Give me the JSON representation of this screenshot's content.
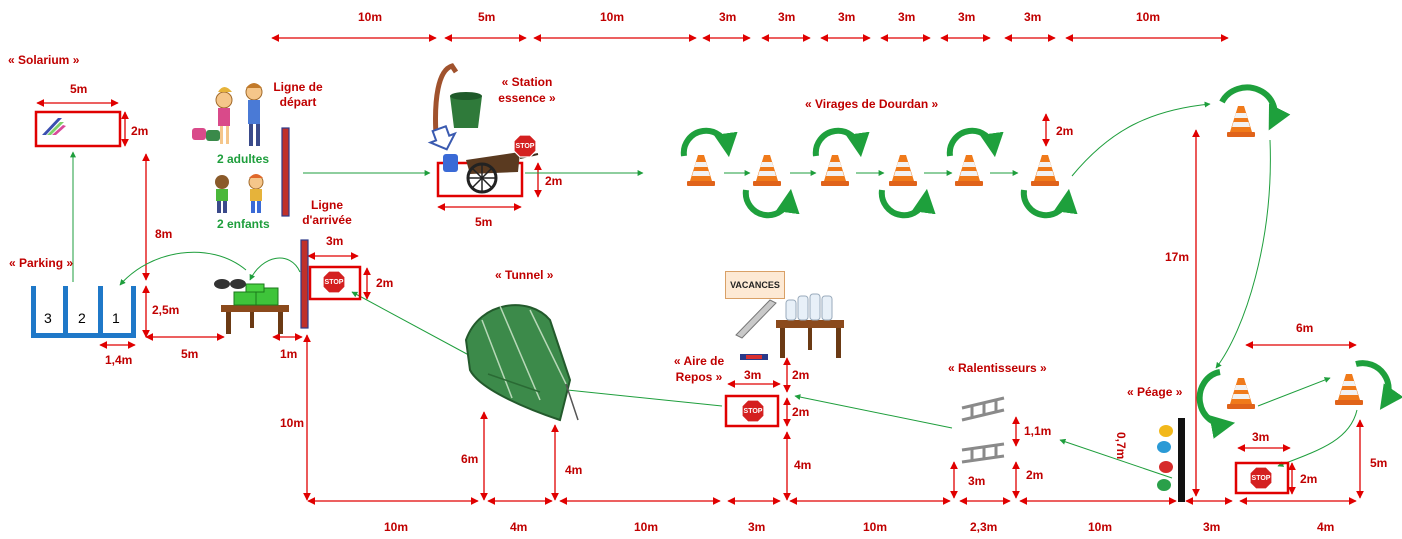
{
  "zones": {
    "solarium": "« Solarium »",
    "parking": "« Parking »",
    "start_line": "Ligne de départ",
    "finish_line": "Ligne d'arrivée",
    "gas_station": "« Station essence »",
    "turns": "« Virages de Dourdan »",
    "tunnel": "« Tunnel »",
    "rest_area": "« Aire de Repos »",
    "speed_bumps": "« Ralentisseurs »",
    "toll": "« Péage »"
  },
  "people": {
    "adults": "2 adultes",
    "children": "2 enfants"
  },
  "parking_slots": [
    "3",
    "2",
    "1"
  ],
  "vacances_sign": "VACANCES",
  "stop_text": "STOP",
  "top_measures": [
    "10m",
    "5m",
    "10m",
    "3m",
    "3m",
    "3m",
    "3m",
    "3m",
    "3m",
    "10m"
  ],
  "bottom_measures": [
    "10m",
    "4m",
    "10m",
    "3m",
    "10m",
    "2,3m",
    "10m",
    "3m",
    "4m"
  ],
  "dims": {
    "solarium_w": "5m",
    "solarium_h": "2m",
    "solarium_gap": "8m",
    "parking_h": "2,5m",
    "parking_slot_w": "1,4m",
    "parking_table_gap": "5m",
    "table_line_gap": "1m",
    "finish_stop_w": "3m",
    "finish_stop_h": "2m",
    "finish_down": "10m",
    "station_w": "5m",
    "station_h": "2m",
    "turn_h": "2m",
    "tunnel_h1": "6m",
    "tunnel_h2": "4m",
    "rest_w": "3m",
    "rest_h_top": "2m",
    "rest_h": "2m",
    "rest_down": "4m",
    "bump_gap": "1,1m",
    "bump_w": "3m",
    "bump_h": "2m",
    "toll_gap": "0,7m",
    "toll_right_h": "17m",
    "end_w": "6m",
    "end_stop_w": "3m",
    "end_stop_h": "2m",
    "end_right_h": "5m"
  },
  "colors": {
    "dim_red": "#e00000",
    "label_red": "#c00000",
    "flow_green": "#1e9e3c",
    "parking_blue": "#1f78c8",
    "cone_orange": "#f07a1a"
  }
}
